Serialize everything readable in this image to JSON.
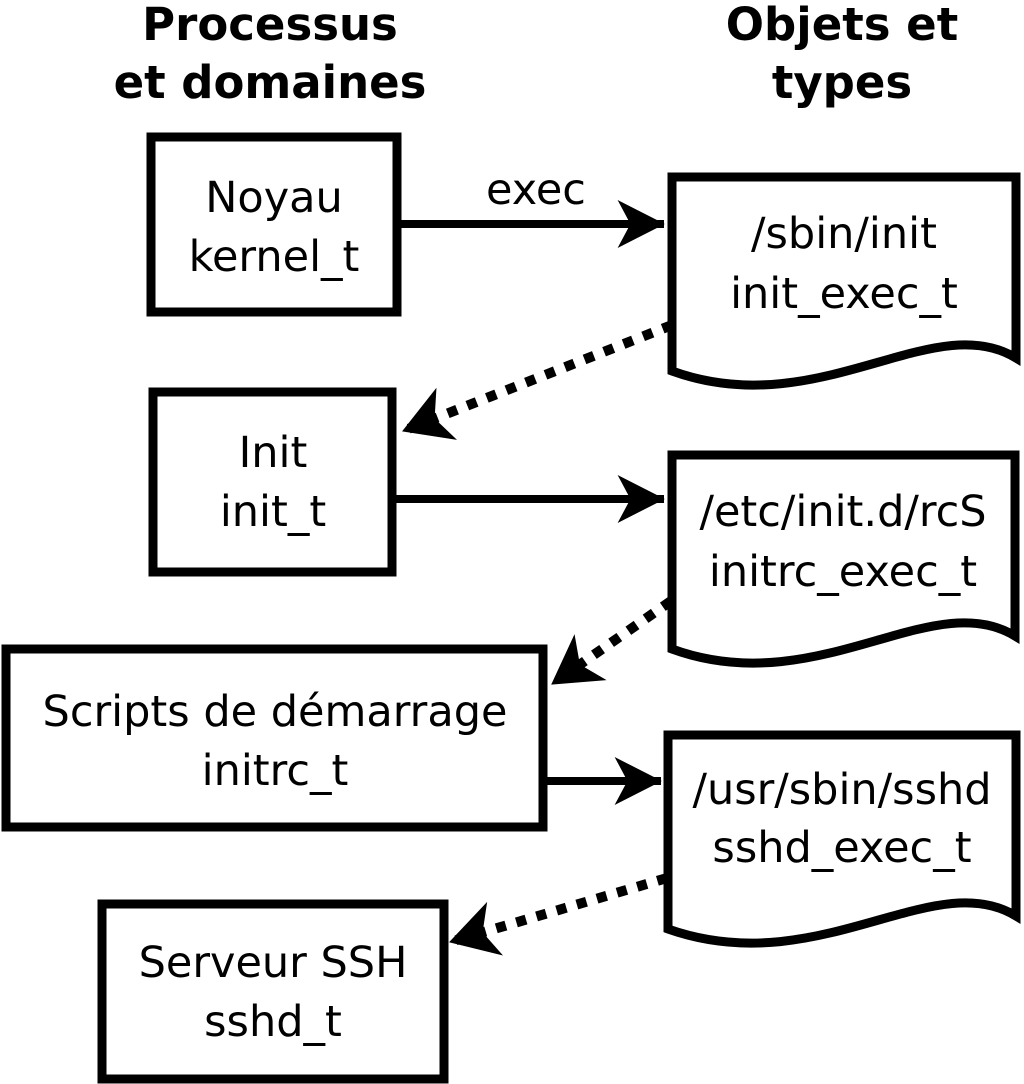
{
  "diagram": {
    "colors": {
      "ink": "#000000",
      "background": "#ffffff"
    },
    "columns": {
      "left": {
        "line1": "Processus",
        "line2": "et domaines"
      },
      "right": {
        "line1": "Objets et",
        "line2": "types"
      }
    },
    "processes": [
      {
        "name": "Noyau",
        "type": "kernel_t"
      },
      {
        "name": "Init",
        "type": "init_t"
      },
      {
        "name": "Scripts de démarrage",
        "type": "initrc_t"
      },
      {
        "name": "Serveur SSH",
        "type": "sshd_t"
      }
    ],
    "objects": [
      {
        "path": "/sbin/init",
        "type": "init_exec_t"
      },
      {
        "path": "/etc/init.d/rcS",
        "type": "initrc_exec_t"
      },
      {
        "path": "/usr/sbin/sshd",
        "type": "sshd_exec_t"
      }
    ],
    "labels": {
      "exec": "exec"
    }
  }
}
